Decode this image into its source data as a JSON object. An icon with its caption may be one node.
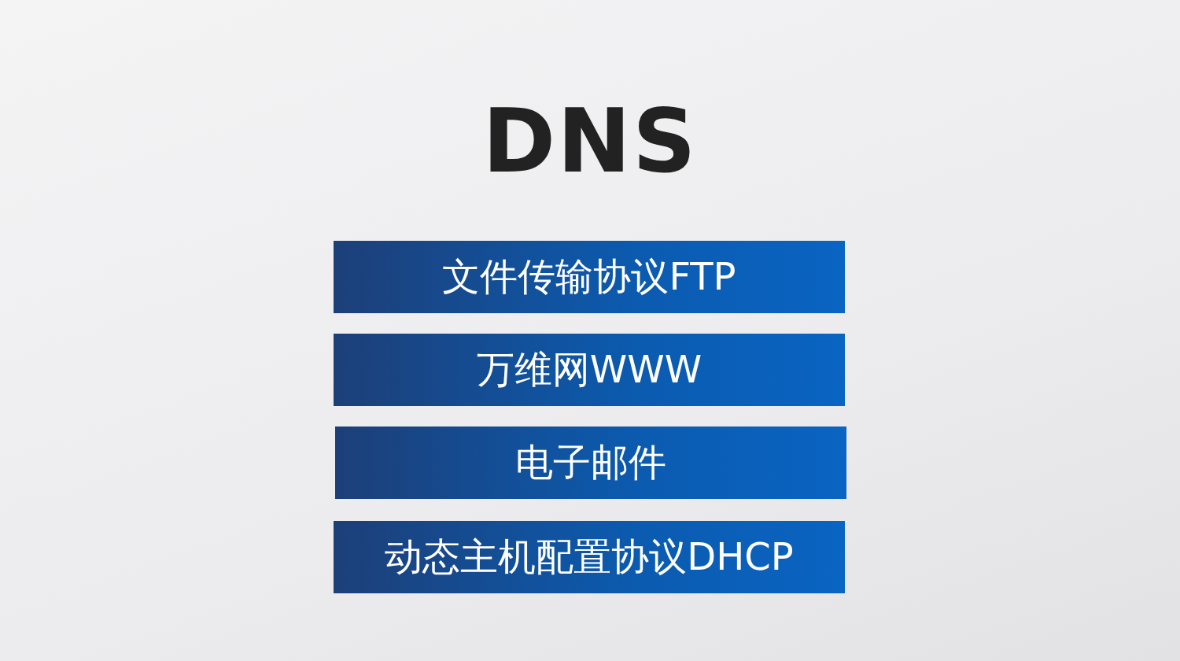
{
  "diagram": {
    "title": "DNS",
    "nodes": [
      {
        "text": [
          "文件传输协议FTP"
        ]
      },
      {
        "text": [
          "万维网WWW"
        ]
      },
      {
        "text": [
          "电子邮件"
        ]
      },
      {
        "text": [
          "动态主机配置协议DHCP"
        ]
      }
    ]
  }
}
